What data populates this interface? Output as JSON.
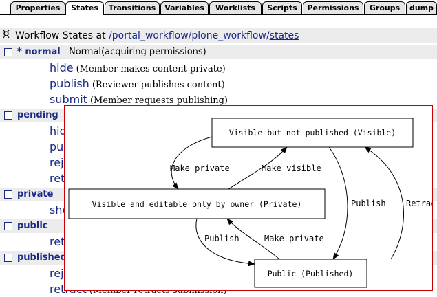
{
  "tabs": [
    {
      "label": "Properties",
      "active": false
    },
    {
      "label": "States",
      "active": true
    },
    {
      "label": "Transitions",
      "active": false
    },
    {
      "label": "Variables",
      "active": false
    },
    {
      "label": "Worklists",
      "active": false
    },
    {
      "label": "Scripts",
      "active": false
    },
    {
      "label": "Permissions",
      "active": false
    },
    {
      "label": "Groups",
      "active": false
    },
    {
      "label": "dump",
      "active": false
    }
  ],
  "header": {
    "icon": "workflow-states-icon",
    "prefix": "Workflow States at",
    "path_sep1": "/",
    "path_part1": "portal_workflow",
    "path_sep2": "/",
    "path_part2": "plone_workflow",
    "path_sep3": "/",
    "path_part3": "states"
  },
  "states": [
    {
      "marker": "*",
      "name": "normal",
      "description": "Normal(acquiring permissions)"
    },
    {
      "name": "pending",
      "description": ""
    },
    {
      "name": "private",
      "description": ""
    },
    {
      "name": "public",
      "description": ""
    },
    {
      "name": "published",
      "description": ""
    }
  ],
  "transitions": {
    "normal": [
      {
        "name": "hide",
        "description": "(Member makes content private)"
      },
      {
        "name": "publish",
        "description": "(Reviewer publishes content)"
      },
      {
        "name": "submit",
        "description": "(Member requests publishing)"
      }
    ],
    "pending": [
      {
        "name": "hide",
        "description": ""
      },
      {
        "name": "publish",
        "description": ""
      },
      {
        "name": "reject",
        "description": ""
      },
      {
        "name": "retract",
        "description": ""
      }
    ],
    "private": [
      {
        "name": "show",
        "description": ""
      }
    ],
    "public": [
      {
        "name": "retract",
        "description": ""
      }
    ],
    "published": [
      {
        "name": "reject",
        "description": ""
      },
      {
        "name": "retract",
        "description": "(Member retracts submission)"
      }
    ]
  },
  "diagram": {
    "nodes": {
      "visible": "Visible but not published (Visible)",
      "private": "Visible and editable only by owner (Private)",
      "published": "Public (Published)"
    },
    "edges": {
      "make_private_1": "Make private",
      "make_visible": "Make visible",
      "publish_1": "Publish",
      "retract": "Retract",
      "publish_2": "Publish",
      "make_private_2": "Make private"
    },
    "colors": {
      "border": "#cc0000"
    }
  },
  "colors": {
    "link": "#1a2a86",
    "row_background": "#ececec",
    "tab_background": "#e6e6e6"
  }
}
